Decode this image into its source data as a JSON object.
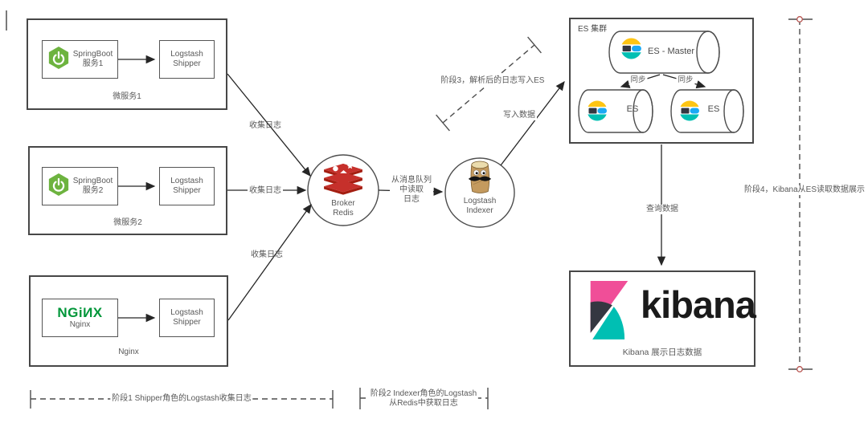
{
  "services": [
    {
      "caption": "微服务1",
      "app_line1": "SpringBoot",
      "app_line2": "服务1",
      "shipper_line1": "Logstash",
      "shipper_line2": "Shipper"
    },
    {
      "caption": "微服务2",
      "app_line1": "SpringBoot",
      "app_line2": "服务2",
      "shipper_line1": "Logstash",
      "shipper_line2": "Shipper"
    },
    {
      "caption": "Nginx",
      "logo_text": "NGiИX",
      "app_line2": "Nginx",
      "shipper_line1": "Logstash",
      "shipper_line2": "Shipper"
    }
  ],
  "broker": {
    "line1": "Broker",
    "line2": "Redis"
  },
  "indexer": {
    "line1": "Logstash",
    "line2": "Indexer"
  },
  "edges": {
    "collect": "收集日志",
    "read_l1": "从消息队列",
    "read_l2": "中读取",
    "read_l3": "日志",
    "write": "写入数据",
    "query": "查询数据",
    "sync": "同步"
  },
  "es_cluster": {
    "title": "ES 集群",
    "master": "ES - Master",
    "node_left": "ES",
    "node_right": "ES"
  },
  "kibana": {
    "logo_text": "kibana",
    "caption": "Kibana 展示日志数据"
  },
  "stages": {
    "stage1": "阶段1 Shipper角色的Logstash收集日志",
    "stage2_line1": "阶段2 Indexer角色的Logstash",
    "stage2_line2": "从Redis中获取日志",
    "stage3": "阶段3，解析后的日志写入ES",
    "stage4": "阶段4，Kibana从ES读取数据展示"
  },
  "icons": {
    "spring-boot-icon": "green hexagon with power symbol",
    "nginx-logo": "NGiИX wordmark",
    "redis-icon": "stacked red discs with star/circle/triangle",
    "logstash-icon": "log mascot with eyes and mustache",
    "elasticsearch-icon": "striped circle yellow/black/blue/teal",
    "kibana-icon": "pink-dark-teal k mark",
    "endpoint-circle-icon": "small red-outlined handle circle"
  },
  "colors": {
    "spring_green": "#6DB33F",
    "nginx_green": "#009639",
    "redis_red": "#C6302B",
    "redis_dark": "#A41E11",
    "es_yellow": "#FEC514",
    "es_blue": "#1BA9F5",
    "es_teal": "#00BFB3",
    "es_dark": "#343741",
    "kibana_pink": "#F04E98",
    "endpoint_red": "#B85450",
    "line_dark": "#4D4D4D",
    "text_gray": "#595959"
  }
}
